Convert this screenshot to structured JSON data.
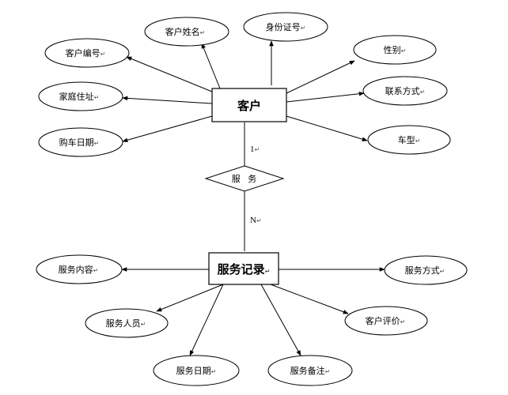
{
  "diagram": {
    "entities": {
      "customer": "客户",
      "service_record": "服务记录"
    },
    "relationship": "服 务",
    "cardinality": {
      "customer_side": "1",
      "record_side": "N"
    },
    "customer_attributes": {
      "customer_name": "客户姓名",
      "id_number": "身份证号",
      "customer_id": "客户编号",
      "gender": "性别",
      "home_address": "家庭住址",
      "contact": "联系方式",
      "purchase_date": "购车日期",
      "car_model": "车型"
    },
    "record_attributes": {
      "service_content": "服务内容",
      "service_method": "服务方式",
      "service_staff": "服务人员",
      "customer_rating": "客户评价",
      "service_date": "服务日期",
      "service_notes": "服务备注"
    },
    "paragraph_mark": "↵"
  }
}
